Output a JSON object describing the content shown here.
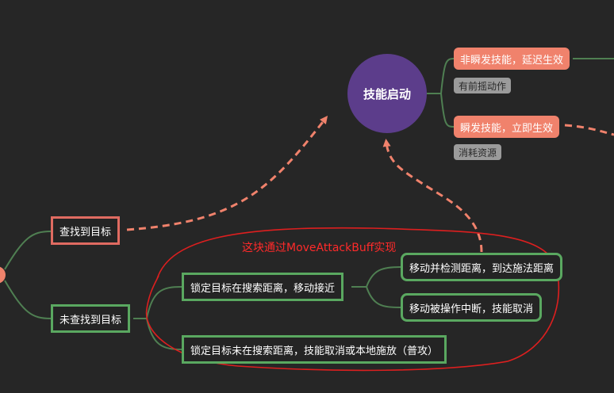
{
  "nodes": {
    "skill_start": "技能启动",
    "non_instant": "非瞬发技能，延迟生效",
    "has_windup": "有前摇动作",
    "instant": "瞬发技能，立即生效",
    "consume": "消耗资源",
    "found_target": "查找到目标",
    "not_found": "未查找到目标",
    "locked_in_range": "锁定目标在搜索距离，移动接近",
    "move_detect": "移动并检测距离，到达施法距离",
    "move_interrupted": "移动被操作中断，技能取消",
    "locked_out_range": "锁定目标未在搜索距离，技能取消或本地施放（普攻）"
  },
  "annotation": "这块通过MoveAttackBuff实现",
  "colors": {
    "background": "#262626",
    "purple": "#5c3d8b",
    "salmon": "#f0826c",
    "branch": "#4f7f52",
    "dashed_arrow": "#f0826c",
    "red_ink": "#ff2a2a"
  }
}
